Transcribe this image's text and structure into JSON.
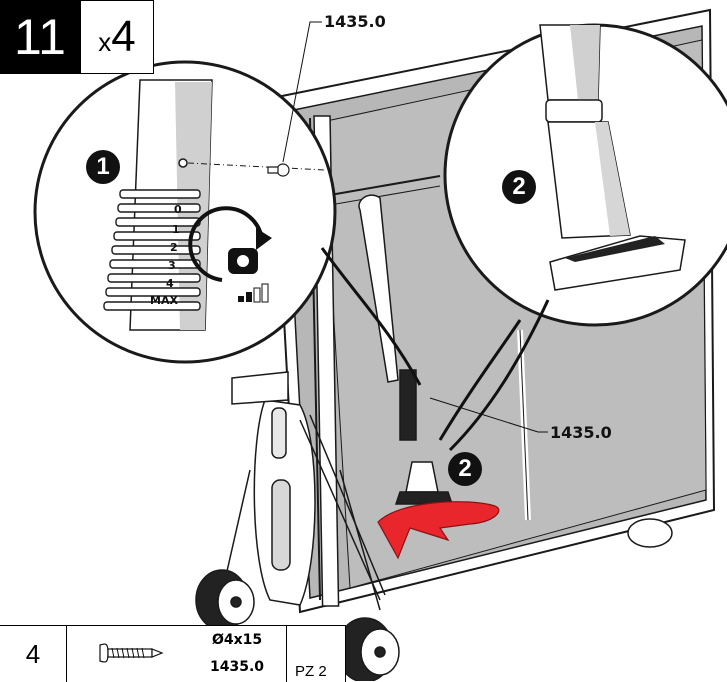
{
  "step": {
    "number": "11",
    "quantity_prefix": "x",
    "quantity": "4"
  },
  "callouts": {
    "part_code_top": "1435.0",
    "part_code_right": "1435.0"
  },
  "detail_badges": {
    "left": "1",
    "right": "2",
    "main": "2"
  },
  "height_scale": [
    "0",
    "1",
    "2",
    "3",
    "4",
    "MAX"
  ],
  "parts_legend": {
    "count": "4",
    "size": "Ø4x15",
    "code": "1435.0",
    "tool": "PZ 2"
  },
  "colors": {
    "table_surface": "#b7b7b7",
    "frame": "#ffffff",
    "outline": "#1a1a1a",
    "arrow_red": "#e8262b",
    "step_box": "#000000"
  },
  "icons": {
    "screw": "screw-icon",
    "adjust": "rotate-adjust-icon",
    "tool": "phillips-pz-icon"
  }
}
